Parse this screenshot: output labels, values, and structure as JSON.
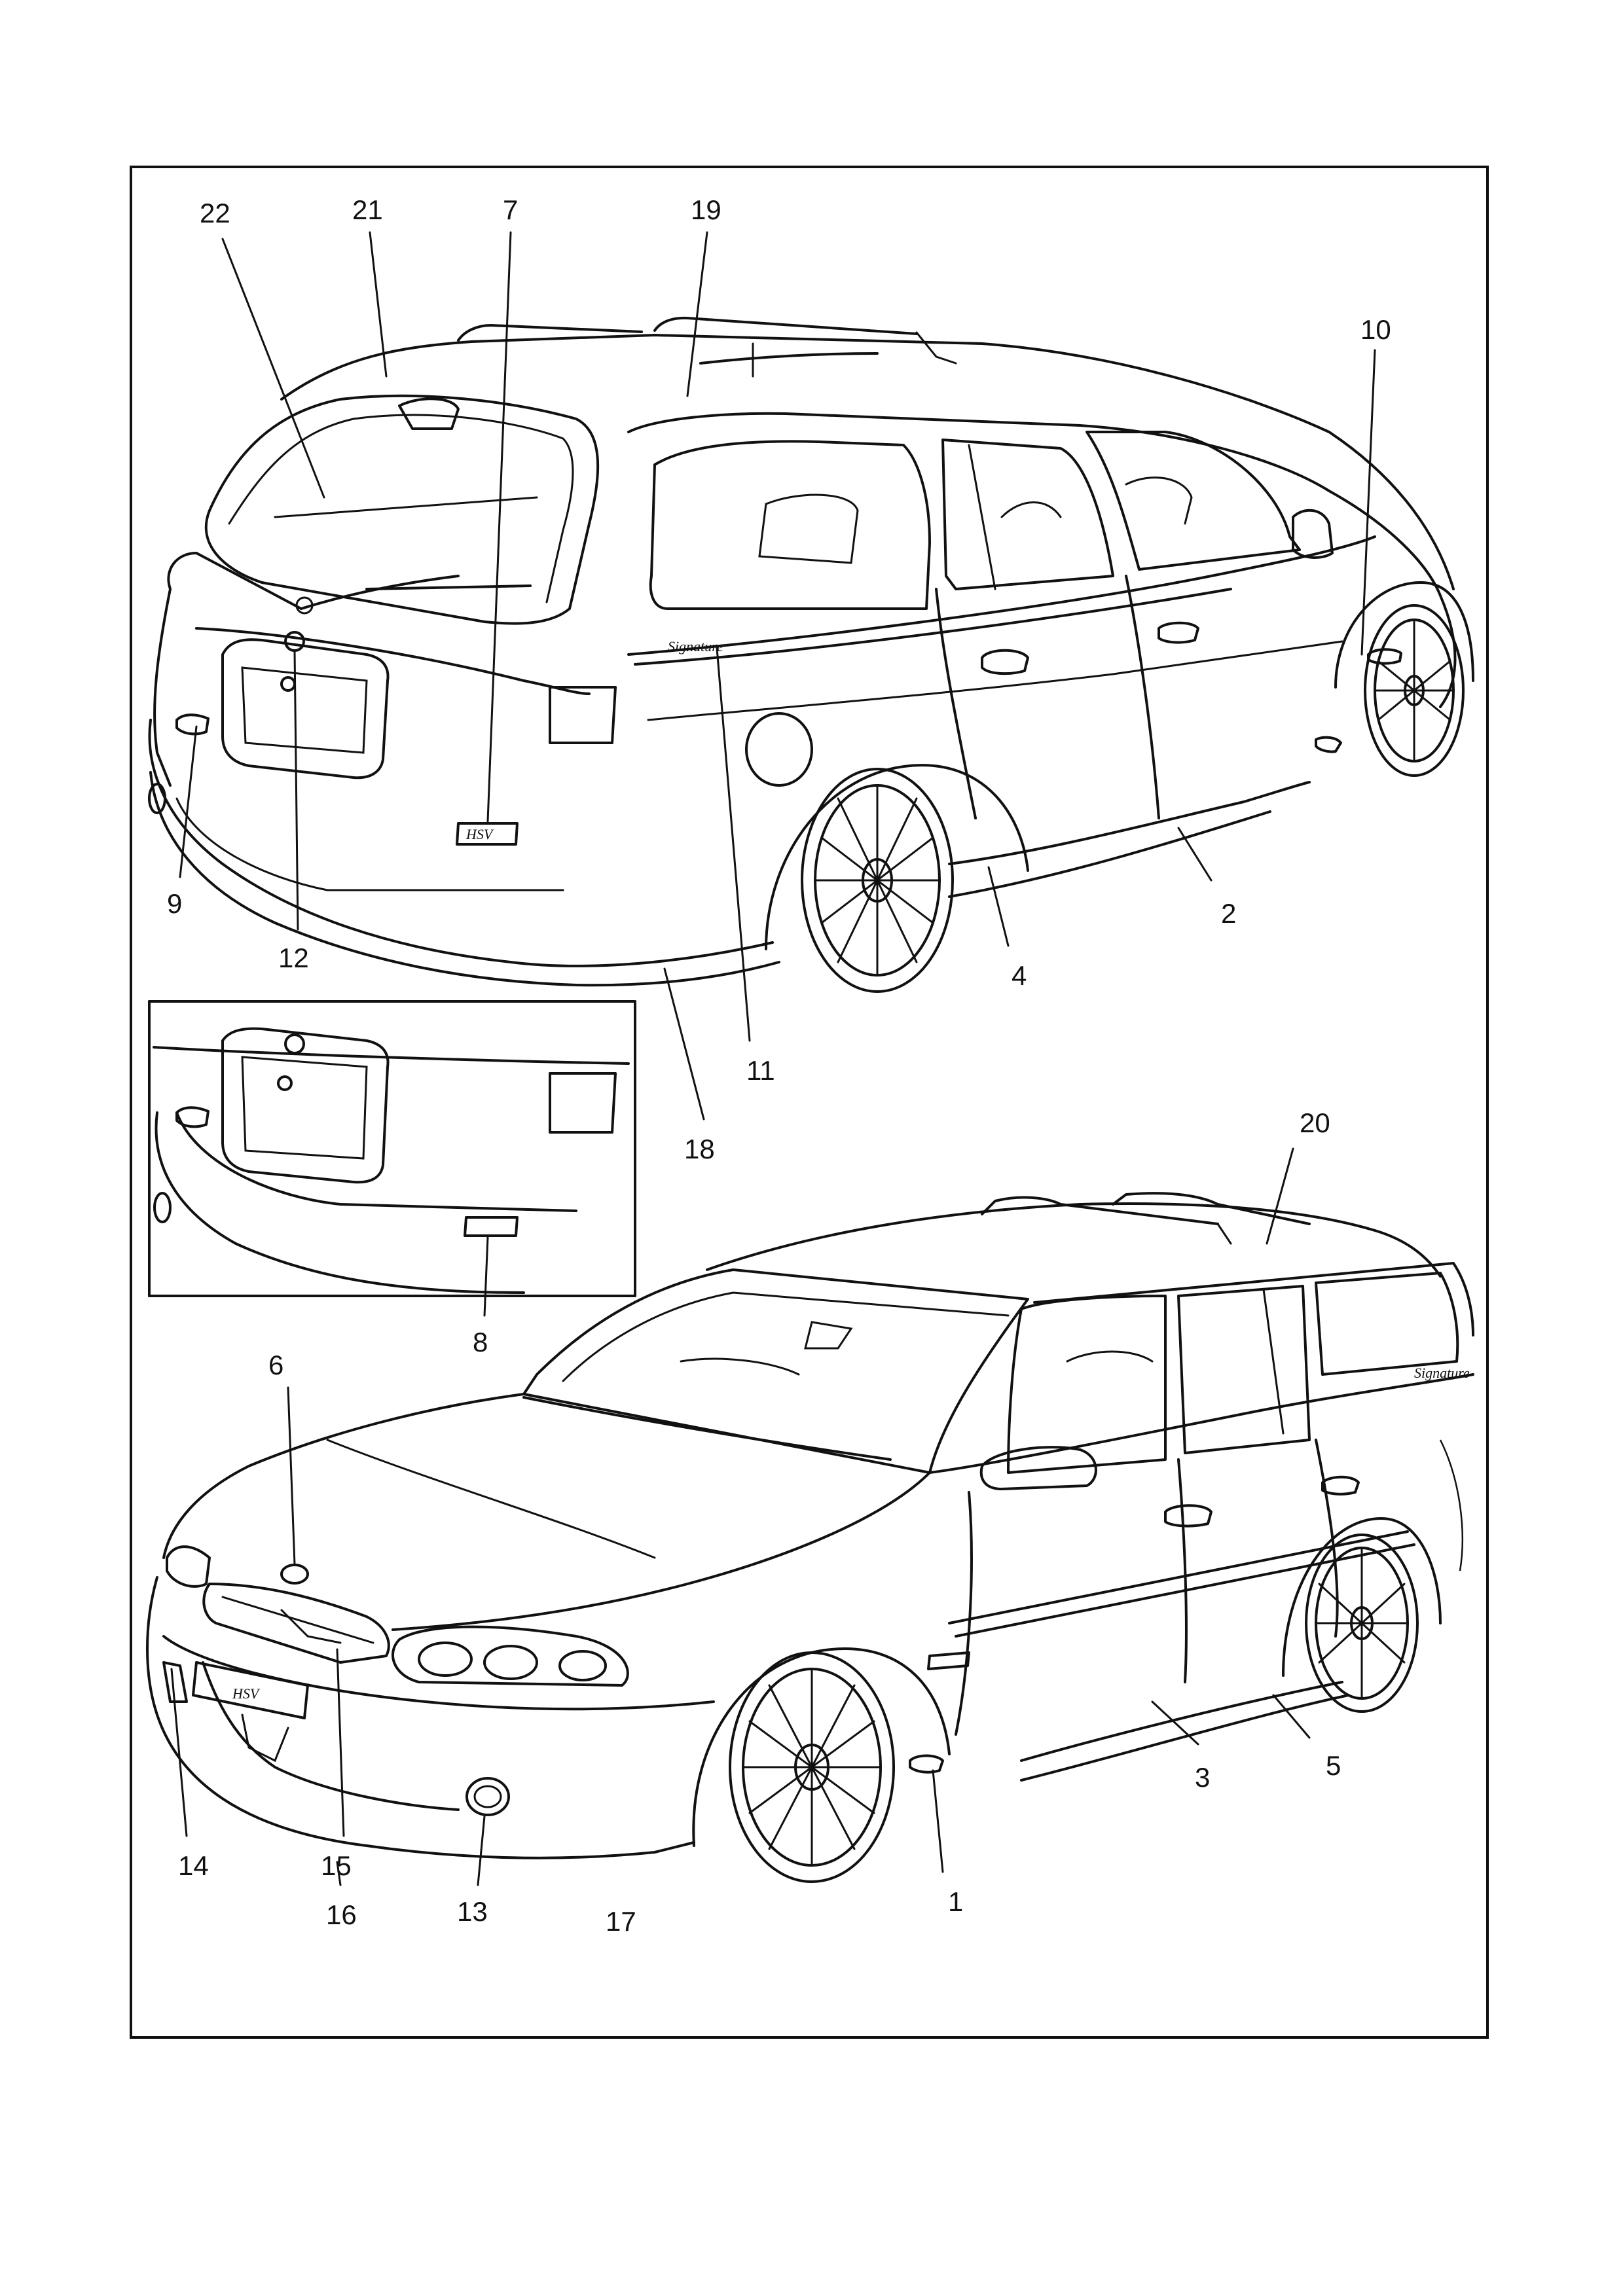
{
  "callouts": [
    {
      "id": "c22",
      "label": "22"
    },
    {
      "id": "c21",
      "label": "21"
    },
    {
      "id": "c7",
      "label": "7"
    },
    {
      "id": "c19",
      "label": "19"
    },
    {
      "id": "c10",
      "label": "10"
    },
    {
      "id": "c9",
      "label": "9"
    },
    {
      "id": "c12",
      "label": "12"
    },
    {
      "id": "c2",
      "label": "2"
    },
    {
      "id": "c4",
      "label": "4"
    },
    {
      "id": "c11",
      "label": "11"
    },
    {
      "id": "c18",
      "label": "18"
    },
    {
      "id": "c8",
      "label": "8"
    },
    {
      "id": "c20",
      "label": "20"
    },
    {
      "id": "c6",
      "label": "6"
    },
    {
      "id": "c14",
      "label": "14"
    },
    {
      "id": "c15",
      "label": "15"
    },
    {
      "id": "c16",
      "label": "16"
    },
    {
      "id": "c13",
      "label": "13"
    },
    {
      "id": "c17",
      "label": "17"
    },
    {
      "id": "c1",
      "label": "1"
    },
    {
      "id": "c3",
      "label": "3"
    },
    {
      "id": "c5",
      "label": "5"
    }
  ],
  "badges": {
    "signature_script": "Signature",
    "plate_text": "HSV"
  }
}
